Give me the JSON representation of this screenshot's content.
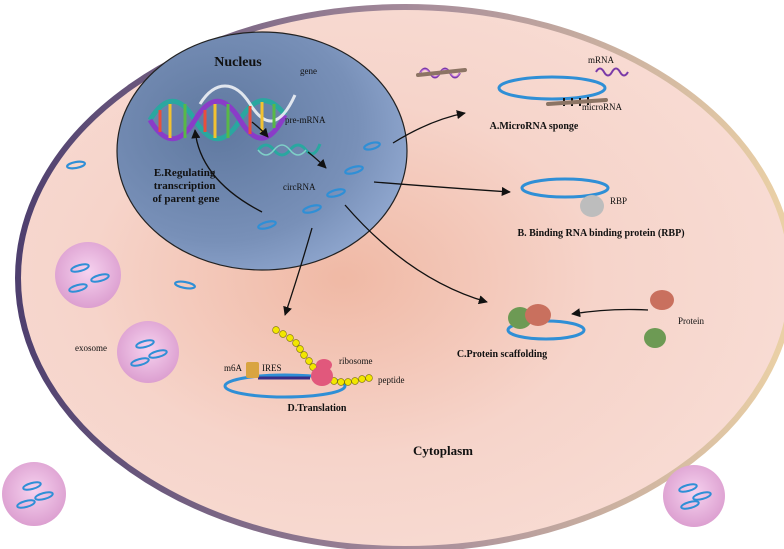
{
  "labels": {
    "nucleus": "Nucleus",
    "gene": "gene",
    "pre_mrna": "pre-mRNA",
    "circrna": "circRNA",
    "cytoplasm": "Cytoplasm",
    "exosome": "exosome",
    "mrna": "mRNA",
    "microrna": "microRNA",
    "rbp": "RBP",
    "protein": "Protein",
    "m6a": "m6A",
    "ires": "IRES",
    "ribosome": "ribosome",
    "peptide": "peptide"
  },
  "mechanisms": {
    "a": "A.MicroRNA sponge",
    "b": "B. Binding RNA binding protein (RBP)",
    "c": "C.Protein scaffolding",
    "d": "D.Translation",
    "e_line1": "E.Regulating",
    "e_line2": "transcription",
    "e_line3": "of  parent gene"
  },
  "colors": {
    "cell_fill": "#f6d7cf",
    "cell_border_dark": "#5c4a7a",
    "cell_border_light": "#e8c9a0",
    "nucleus_fill": "#6f88b0",
    "circrna": "#2f8fd6",
    "exosome": "#e6b4dc",
    "protein_red": "#c9705e",
    "protein_green": "#6d9a54",
    "rbp_gray": "#bdbdbd",
    "peptide_yellow": "#f2e600",
    "ribosome_pink": "#e1587c",
    "ires_purple": "#3a2d86",
    "m6a_gold": "#d9a441"
  }
}
